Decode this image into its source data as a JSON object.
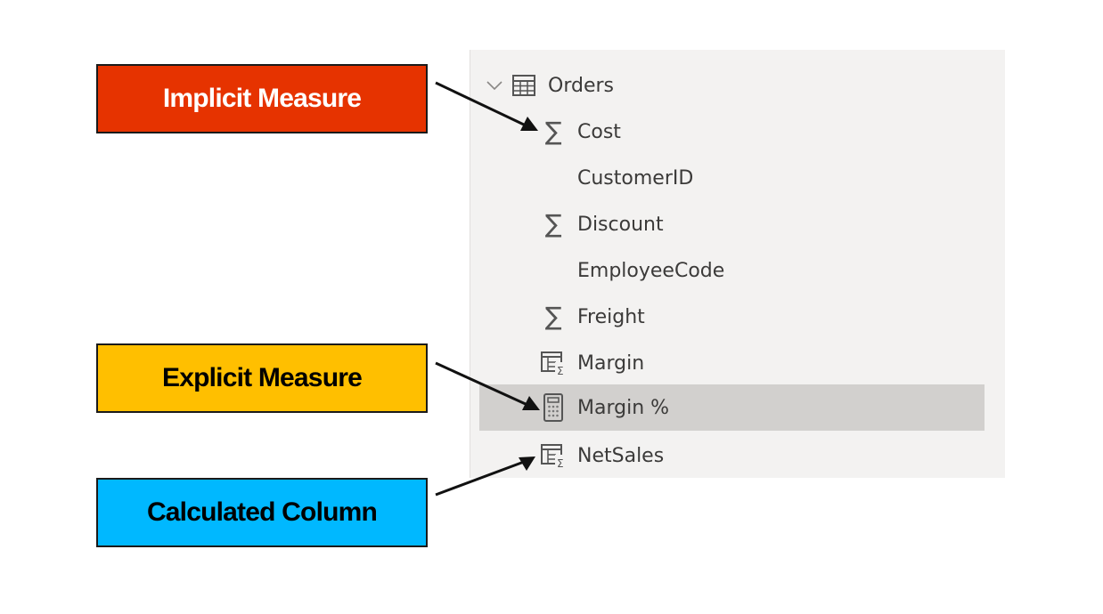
{
  "callouts": [
    {
      "label": "Implicit Measure",
      "bg": "#e63300",
      "color": "#ffffff"
    },
    {
      "label": "Explicit Measure",
      "bg": "#ffbf00",
      "color": "#000000"
    },
    {
      "label": "Calculated Column",
      "bg": "#00b8ff",
      "color": "#000000"
    }
  ],
  "fields_panel": {
    "table": {
      "name": "Orders",
      "expanded": true,
      "icon": "table-icon"
    },
    "fields": [
      {
        "label": "Cost",
        "icon": "sigma-icon"
      },
      {
        "label": "CustomerID",
        "icon": ""
      },
      {
        "label": "Discount",
        "icon": "sigma-icon"
      },
      {
        "label": "EmployeeCode",
        "icon": ""
      },
      {
        "label": "Freight",
        "icon": "sigma-icon"
      },
      {
        "label": "Margin",
        "icon": "calculated-column-icon"
      },
      {
        "label": "Margin %",
        "icon": "calculator-icon",
        "selected": true
      },
      {
        "label": "NetSales",
        "icon": "calculated-column-icon"
      }
    ],
    "selected_bg": "#d2d0ce",
    "panel_bg": "#f3f2f1"
  },
  "arrows": [
    {
      "from": "Implicit Measure",
      "to": "Cost"
    },
    {
      "from": "Explicit Measure",
      "to": "Margin %"
    },
    {
      "from": "Calculated Column",
      "to": "NetSales"
    }
  ]
}
